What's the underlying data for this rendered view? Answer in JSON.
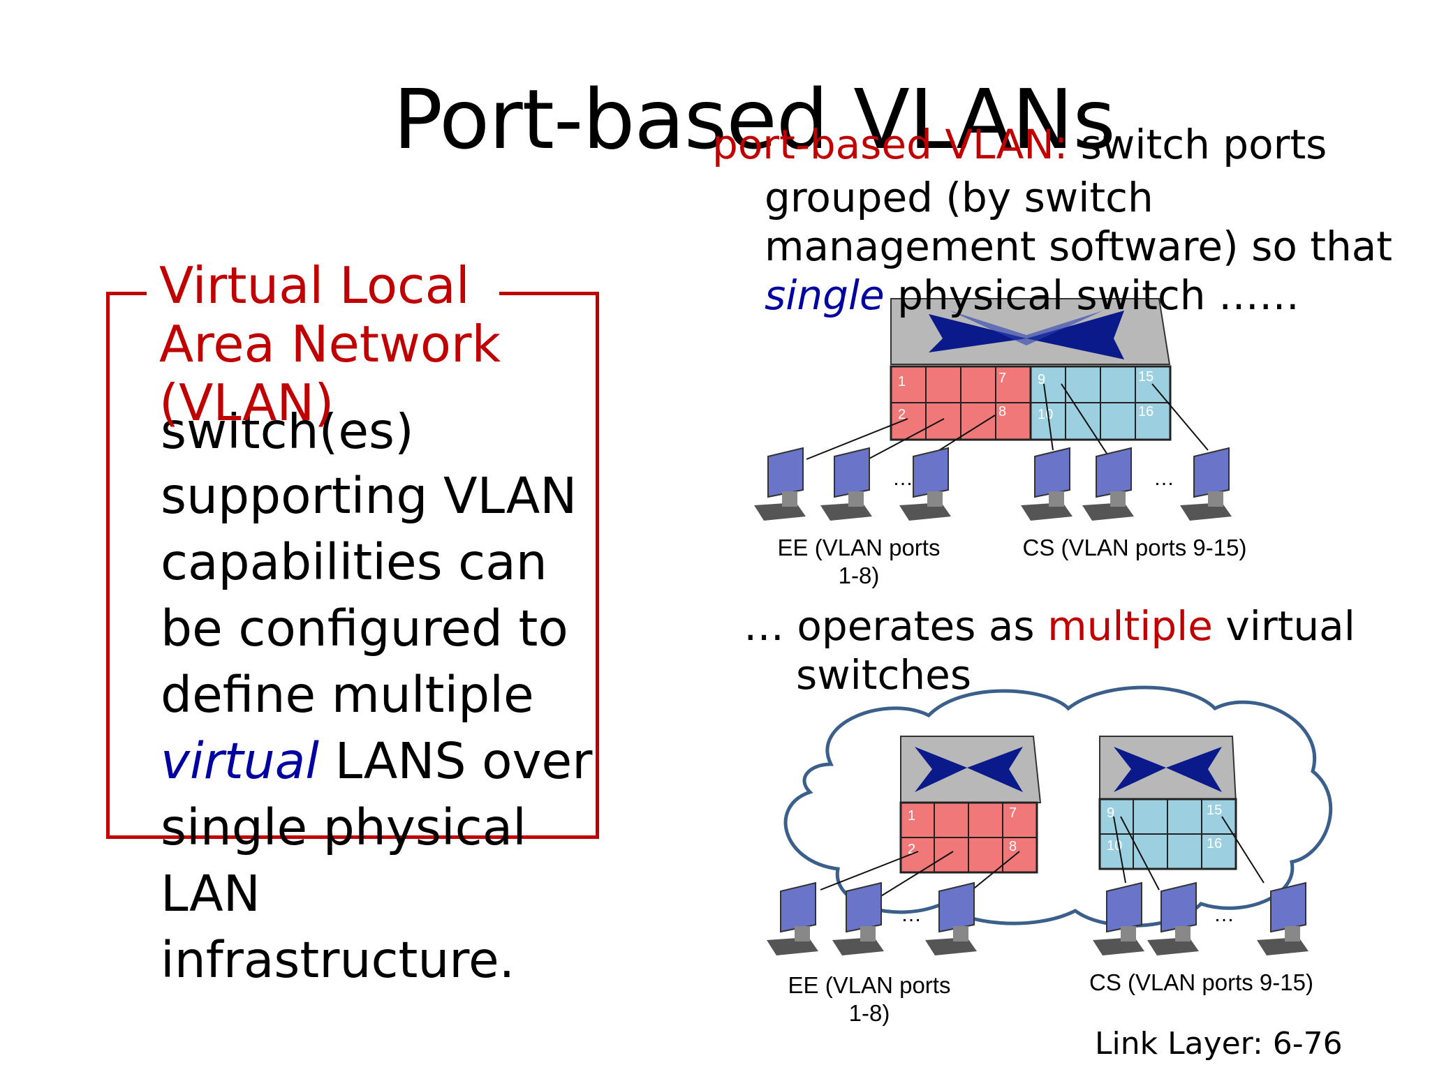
{
  "slide": {
    "title": "Port-based VLANs",
    "footer": "Link Layer: 6-76"
  },
  "left_panel": {
    "box_title_lines": [
      "Virtual Local",
      "Area Network",
      "(VLAN)"
    ],
    "body_partial": "switch(es)",
    "body_line_1": "supporting VLAN",
    "body_line_2": "capabilities can",
    "body_line_3": "be configured to",
    "body_line_4": "define multiple",
    "body_line_5_em": "virtual",
    "body_line_5_rest": " LANS over",
    "body_line_6": "single physical",
    "body_line_7": "LAN",
    "body_line_8": "infrastructure."
  },
  "right_panel": {
    "def_term": "port-based VLAN:",
    "def_line_1_rest": " switch ports",
    "def_line_2": "grouped (by switch",
    "def_line_3": "management software) so that",
    "def_line_4_em": "single",
    "def_line_4_rest": " physical switch ……",
    "ops_prefix": "… operates as ",
    "ops_em": "multiple",
    "ops_suffix": " virtual",
    "ops_line_2": "switches"
  },
  "diagram": {
    "ellipsis": "…",
    "top": {
      "ee_label_1": "EE (VLAN ports",
      "ee_label_2": "1-8)",
      "cs_label": "CS (VLAN ports 9-15)",
      "ports_ee": [
        "1",
        "7",
        "2",
        "8"
      ],
      "ports_cs": [
        "9",
        "15",
        "10",
        "16"
      ]
    },
    "bottom": {
      "ee_label_1": "EE (VLAN ports",
      "ee_label_2": "1-8)",
      "cs_label": "CS (VLAN ports 9-15)",
      "ports_ee": [
        "1",
        "7",
        "2",
        "8"
      ],
      "ports_cs": [
        "9",
        "15",
        "10",
        "16"
      ]
    }
  },
  "colors": {
    "accent_red": "#c00000",
    "accent_blue": "#0000a0",
    "ee_ports": "#f07878",
    "cs_ports": "#9ccfdf",
    "switch_top": "#b8b8b8",
    "switch_x": "#0a1a8a",
    "cloud_stroke": "#3a5f8a"
  }
}
